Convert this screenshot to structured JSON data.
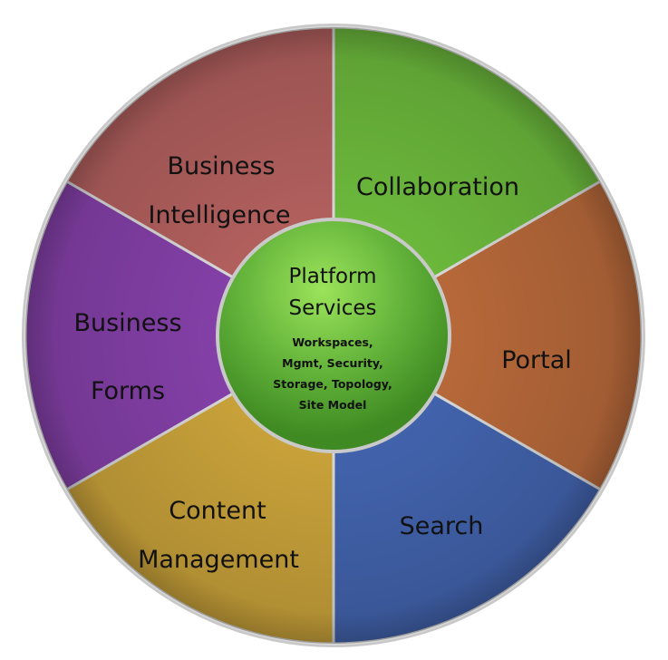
{
  "diagram": {
    "segments": [
      {
        "lines": [
          "Collaboration"
        ],
        "color": "#6cb93c"
      },
      {
        "lines": [
          "Portal"
        ],
        "color": "#b8693a"
      },
      {
        "lines": [
          "Search"
        ],
        "color": "#4263ad"
      },
      {
        "lines": [
          "Content",
          "Management"
        ],
        "color": "#c9a23a"
      },
      {
        "lines": [
          "Business",
          "Forms"
        ],
        "color": "#8440a8"
      },
      {
        "lines": [
          "Business",
          "Intelligence"
        ],
        "color": "#b2605e"
      }
    ],
    "core": {
      "title_lines": [
        "Platform",
        "Services"
      ],
      "sub_lines": [
        "Workspaces,",
        "Mgmt, Security,",
        "Storage, Topology,",
        "Site Model"
      ],
      "color": "#62b33a"
    }
  }
}
